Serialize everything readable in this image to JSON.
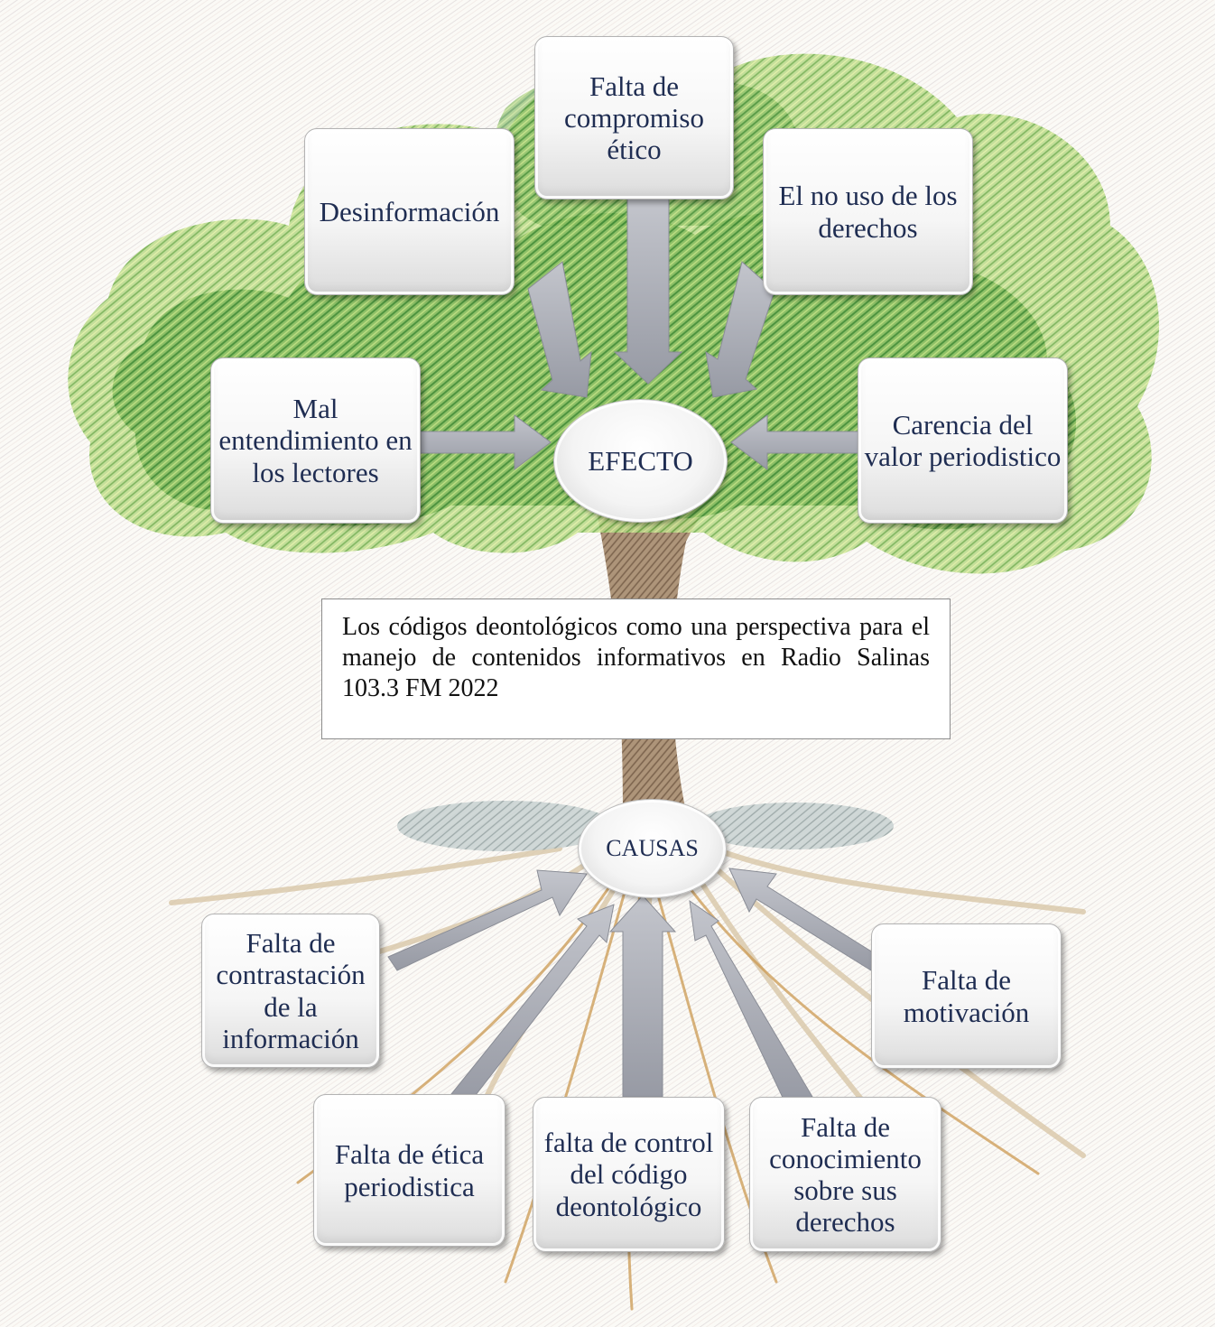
{
  "colors": {
    "foliage_dark": "#4d9a3a",
    "foliage_light": "#a8d06a",
    "trunk": "#8a6e50",
    "roots": "#c9a36a",
    "arrow": "#a7aab4",
    "text": "#1f2d52"
  },
  "center_effect": "EFECTO",
  "center_causes": "CAUSAS",
  "problem_statement": "Los códigos deontológicos como una perspectiva para el manejo de contenidos informativos en Radio Salinas 103.3 FM 2022",
  "effects": [
    "Falta de compromiso ético",
    "Desinformación",
    "El no uso de los derechos",
    "Mal entendimiento en los lectores",
    "Carencia del valor periodistico"
  ],
  "causes": [
    "Falta de contrastación de la información",
    "Falta de motivación",
    "Falta de ética periodistica",
    "falta de control del código deontológico",
    "Falta de conocimiento sobre sus derechos"
  ]
}
